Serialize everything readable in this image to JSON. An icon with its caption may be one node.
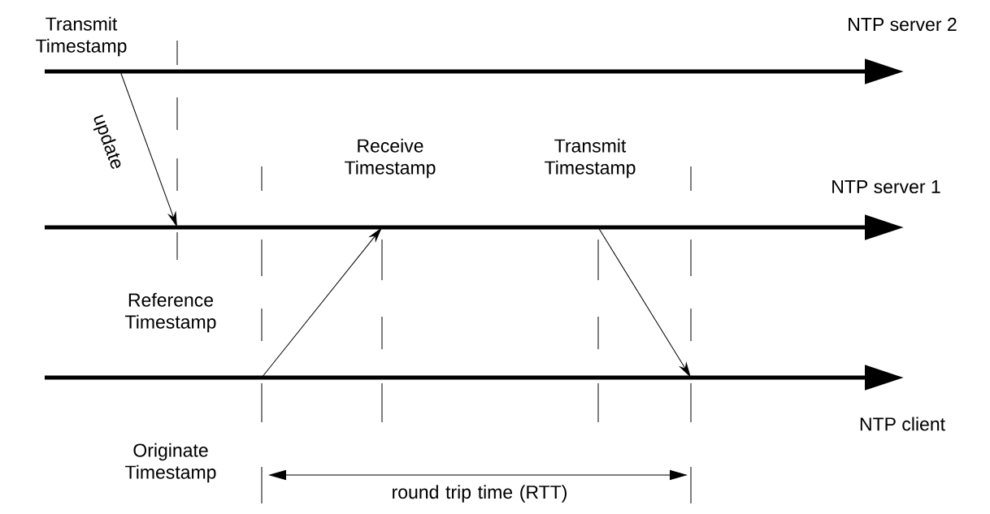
{
  "diagram": {
    "nodes": [
      {
        "text": [
          "NTP server 2"
        ]
      },
      {
        "text": [
          "NTP server 1"
        ]
      },
      {
        "text": [
          "NTP client"
        ]
      }
    ],
    "edges": [
      {
        "from": 0,
        "to": 1,
        "arrow": "to",
        "label": "update"
      },
      {
        "from": 2,
        "to": 1,
        "arrow": "to"
      },
      {
        "from": 1,
        "to": 2,
        "arrow": "to"
      }
    ],
    "labels": [
      "Transmit Timestamp",
      "Receive Timestamp",
      "Transmit Timestamp",
      "Reference Timestamp",
      "Originate Timestamp",
      "round trip time (RTT)"
    ]
  }
}
